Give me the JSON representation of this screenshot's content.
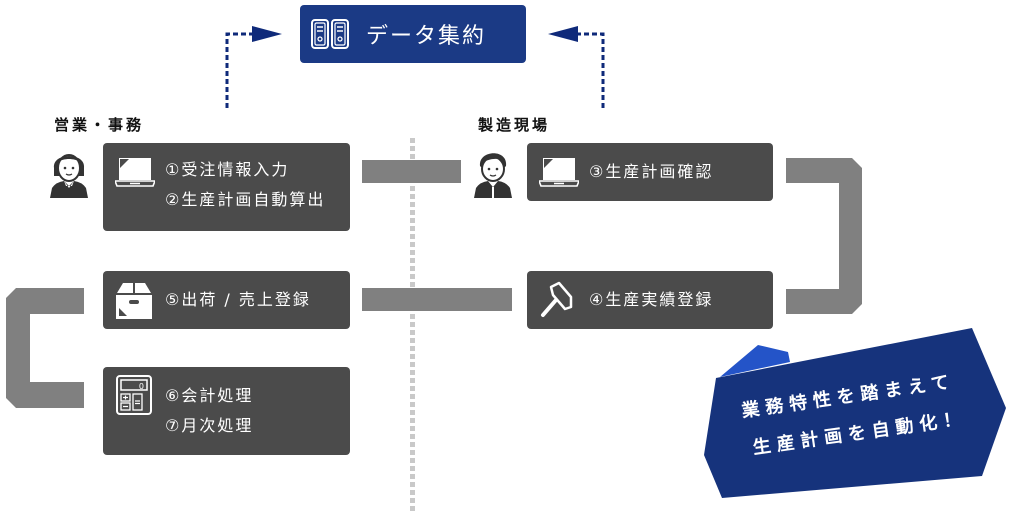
{
  "header": {
    "title": "データ集約",
    "icon": "server-icon",
    "color": "#1b3a85"
  },
  "departments": {
    "sales": {
      "label": "営業・事務",
      "avatar": "female-staff-avatar"
    },
    "factory": {
      "label": "製造現場",
      "avatar": "male-staff-avatar"
    }
  },
  "steps": {
    "order_box": {
      "icon": "laptop-icon",
      "lines": [
        "①受注情報入力",
        "②生産計画自動算出"
      ]
    },
    "plan_confirm_box": {
      "icon": "laptop-icon",
      "lines": [
        "③生産計画確認"
      ]
    },
    "production_record_box": {
      "icon": "hammer-icon",
      "lines": [
        "④生産実績登録"
      ]
    },
    "shipping_box": {
      "icon": "box-icon",
      "lines": [
        "⑤出荷 / 売上登録"
      ]
    },
    "accounting_box": {
      "icon": "calculator-icon",
      "lines": [
        "⑥会計処理",
        "⑦月次処理"
      ]
    }
  },
  "banner": {
    "lines": [
      "業務特性を踏まえて",
      "生産計画を自動化！"
    ],
    "color": "#16337c",
    "accent": "#2454c8"
  },
  "colors": {
    "box_bg": "#4b4b4b",
    "connector": "#808080",
    "arrow": "#0f2a7a",
    "divider": "#c9c9c9"
  }
}
